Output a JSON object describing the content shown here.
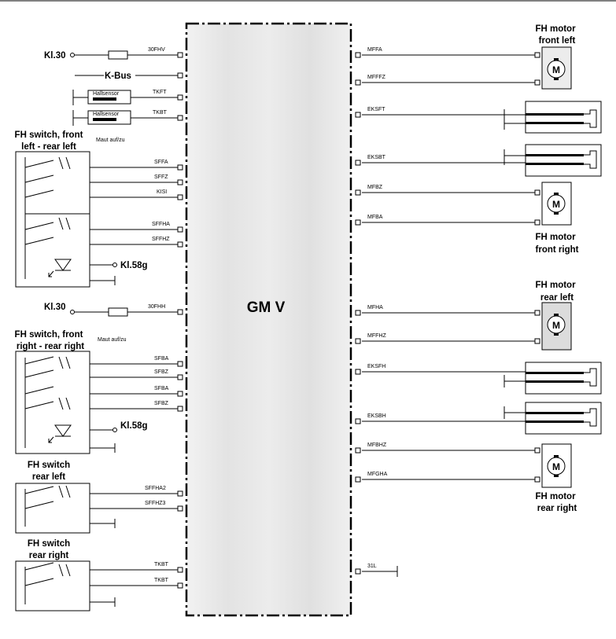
{
  "module": {
    "title": "GM V"
  },
  "left": {
    "kl30_a": "Kl.30",
    "fuse_a": "30FHV",
    "kbus": "K-Bus",
    "hall1": "Hallsensor",
    "tkft": "TKFT",
    "hall2": "Hallsensor",
    "tkbt_a": "TKBT",
    "maut1": "Maut auf/zu",
    "sw1_title": [
      "FH switch, front",
      "left - rear left"
    ],
    "sw1_pins": [
      "SFFA",
      "SFFZ",
      "KISI",
      "SFFHA",
      "SFFHZ"
    ],
    "kl58_a": "Kl.58g",
    "kl30_b": "Kl.30",
    "fuse_b": "30FHH",
    "maut2": "Maut auf/zu",
    "sw2_title": [
      "FH switch, front",
      "right - rear right"
    ],
    "sw2_pins": [
      "SFBA",
      "SFBZ",
      "SFBA",
      "SFBZ"
    ],
    "kl58_b": "Kl.58g",
    "sw3_title": [
      "FH switch",
      "rear left"
    ],
    "sw3_pins": [
      "SFFHA2",
      "SFFHZ3"
    ],
    "sw4_title": [
      "FH switch",
      "rear right"
    ],
    "sw4_pins": [
      "TKBT",
      "TKBT"
    ]
  },
  "right": {
    "pins": [
      "MFFA",
      "MFFFZ",
      "EKSFT",
      "EKSBT",
      "MFBZ",
      "MFBA",
      "MFHA",
      "MFFHZ",
      "EKSFH",
      "EKSBH",
      "MFBHZ",
      "MFGHA",
      "31L"
    ],
    "motor_fl": [
      "FH motor",
      "front left"
    ],
    "motor_fr": [
      "FH motor",
      "front right"
    ],
    "motor_rl": [
      "FH motor",
      "rear left"
    ],
    "motor_rr": [
      "FH motor",
      "rear right"
    ],
    "motor_symbol": "M"
  },
  "colors": {
    "line": "#000000",
    "module_fill": "#e6e6e6"
  }
}
